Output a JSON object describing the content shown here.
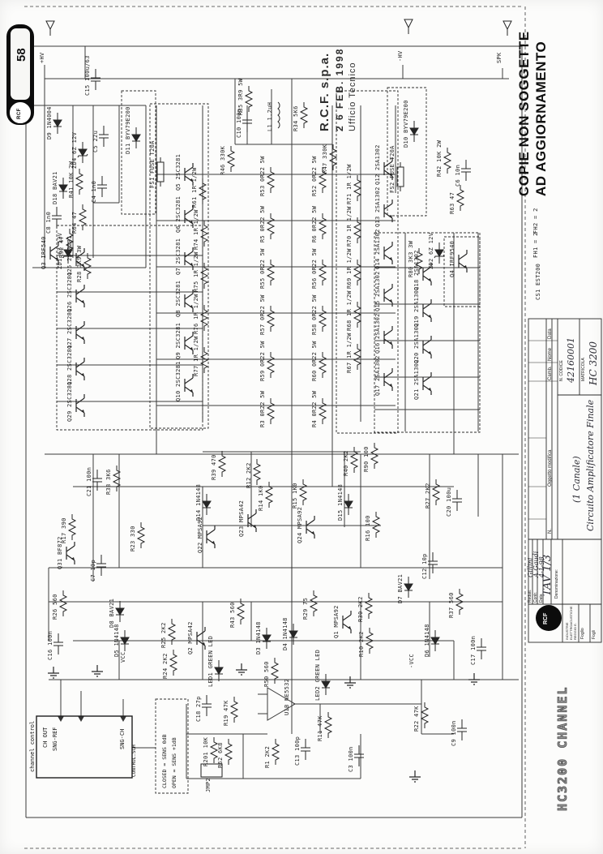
{
  "badge": {
    "page_number": "58",
    "logo": "RCF"
  },
  "stamp": {
    "line1": "R.C.F. s.p.a.",
    "line2": "2 6 FEB. 1998",
    "line3": "Ufficio Tecnico"
  },
  "notice": {
    "line1": "COPIE NON SOGGETTE",
    "line2": "AD AGGIORNAMENTO"
  },
  "watermark": "HC3200 CHANNEL",
  "control_box": {
    "title": "channel control",
    "pin1": "CH OUT",
    "pin2": "SNG-REF",
    "pin3": "SNG-CH",
    "sheet": "CONTROL.SCH"
  },
  "sens_note": {
    "line1": "CLOSED = SENS 0dB",
    "line2": "OPEN = SENS +1dB"
  },
  "title_block": {
    "rev_n": "N.",
    "rev_oggetto": "Oggetto modifica",
    "rev_data": "Data",
    "rev_nome": "Nome",
    "rev_camb": "Camb.",
    "codice_label": "N. CODICE",
    "codice_value": "42160001",
    "matricola_label": "MATRICOLA",
    "matricola_value": "HC 3200",
    "denominazione_label": "Denominazione:",
    "title_line1": "Circuito Amplificatore Finale",
    "title_line2": "(1 Canale)",
    "redatt_label": "Redatt.",
    "redatt_value": "Gillini",
    "contr_label": "Contr.",
    "contr_value": "A.Gaudi",
    "data_label": "Data",
    "data_value": "4-1-98",
    "tav": "TAV 1/3",
    "company_line1": "INDUSTRIE",
    "company_line2": "ELETTROACUSTICHE",
    "company_line3": "REGGIO E.",
    "foglio_label": "Foglio",
    "fogli_label": "Fogli"
  },
  "labels": {
    "hv1": "+HV",
    "hv2": "-HV",
    "spk": "SPK",
    "vcc": "VCC",
    "mvcc": "-VCC",
    "c15": "C15 100u/63",
    "d9": "D9 1N4004",
    "zd4": "ZD4 6Z 12V",
    "c5": "C5 22u",
    "d18": "D18 BAV21",
    "r41": "R41 10K 2W",
    "c4": "C4 1n0",
    "r64": "R64 47",
    "c8": "C8 1n0",
    "r92": "R92 47",
    "d11": "D11 BYV79E200",
    "fs1": "FS1 FUSE T20A",
    "d10": "D10 BYV79E200",
    "fs2": "FS2 FUSE T20A",
    "r46": "R46 330K",
    "r47": "R47 330K",
    "r35": "R35 3R9 5W",
    "c10": "C10 100p",
    "l1": "L1 1.2uH",
    "r34": "R34 5K6",
    "q5": "Q5 2SC3281",
    "q6": "Q6 2SC3281",
    "q7": "Q7 2SC3281",
    "q8": "Q8 2SC3281",
    "q9": "Q9 2SC3281",
    "q10": "Q10 2SC3281",
    "r61": "R61 1R 1/2W",
    "r74": "R74 1R 1/2W",
    "r75": "R75 1R 1/2W",
    "r76": "R76 1R 1/2W",
    "r77": "R77 1R 1/2W",
    "q12": "Q12 2SA1302",
    "q13": "Q13 2SA1302",
    "q14": "Q14 2SA1302",
    "q15": "Q15 2SA1302",
    "q16": "Q16 2SA1302",
    "q17": "Q17 2SA1302",
    "r71": "R71 1R 1/2W",
    "r70": "R70 1R 1/2W",
    "r69": "R69 1R 1/2W",
    "r68": "R68 1R 1/2W",
    "r67": "R67 1R 1/2W",
    "re_l1": "R53 0R22 5W",
    "re_l2": "R5 0R22 5W",
    "re_l3": "R55 0R22 5W",
    "re_l4": "R57 0R22 5W",
    "re_l5": "R59 0R22 5W",
    "re_l6": "R3 0R22 5W",
    "re_r1": "R52 0R22 5W",
    "re_r2": "R6 0R22 5W",
    "re_r3": "R56 0R22 5W",
    "re_r4": "R58 0R22 5W",
    "re_r5": "R60 0R22 5W",
    "re_r6": "R4 0R22 5W",
    "q25": "Q25 2SC3281",
    "q26": "Q26 2SC3281",
    "q27": "Q27 2SC3281",
    "q28": "Q28 2SC3281",
    "q29": "Q29 2SC3281",
    "q18": "Q18 2SA1302",
    "q19": "Q19 2SA1302",
    "q20": "Q20 2SA1302",
    "q21": "Q21 2SA1302",
    "q3": "Q3 IRF540",
    "zd1": "ZD1 6Z 12V",
    "r28": "R28 3K9 3W",
    "q4": "Q4 IRF9540",
    "zd2": "ZD2 6Z 12V",
    "r80": "R80 3K3 3W",
    "r42": "R42 10K 2W",
    "c6": "C6 10n",
    "r63": "R63 47",
    "c21": "C21 100n",
    "r38": "R38 3K6",
    "r12": "R12 2K2",
    "r40": "R40 2K2",
    "r90": "R90 100",
    "r39": "R39 470",
    "r14": "R14 1K0",
    "r15": "R15 1K0",
    "d14": "D14 1N4148",
    "d15": "D15 1N4148",
    "q23": "Q23 MPSA42",
    "q24": "Q24 MPSA92",
    "q22": "Q22 MPSA92",
    "r16": "R16 100",
    "r27": "R27 2K2",
    "c20": "C20 100u",
    "r17": "R17 390",
    "q31": "Q31 BF872",
    "r23": "R23 330",
    "c7": "C7 10p",
    "d8": "D8 BAV21",
    "r26": "R26 560",
    "c16": "C16 100n",
    "d5": "D5 1N4148",
    "r24": "R24 2K2",
    "r25": "R25 2K2",
    "q2": "Q2 MPSA42",
    "led1": "LED1 GREEN LED",
    "r43": "R43 560",
    "d3": "D3 1N4148",
    "d4": "D4 1N4148",
    "r29": "R29 75",
    "q1": "Q1 MPSA92",
    "r30": "R30 2K2",
    "r10": "R10 2K2",
    "led2": "LED2 GREEN LED",
    "r50": "R50 560",
    "d7": "D7 BAV21",
    "c12": "C12 10p",
    "d6": "D6 1N4148",
    "r37": "R37 560",
    "c17": "C17 100n",
    "u1b": "U1B NE5532",
    "c18": "C18 27p",
    "r19": "R19 47K",
    "r201": "R201 10K",
    "r62": "R62 6K8",
    "r1": "R1 2K2",
    "c13": "C13 100p",
    "r11": "R11 47K",
    "c3": "C3 100n",
    "jmp2": "JMP2",
    "r22": "R22 47K",
    "c9": "C9 100n",
    "cs1": "CS1 EST200",
    "fh1": "FH1 = 2",
    "fh2": "FH2 = 2"
  }
}
